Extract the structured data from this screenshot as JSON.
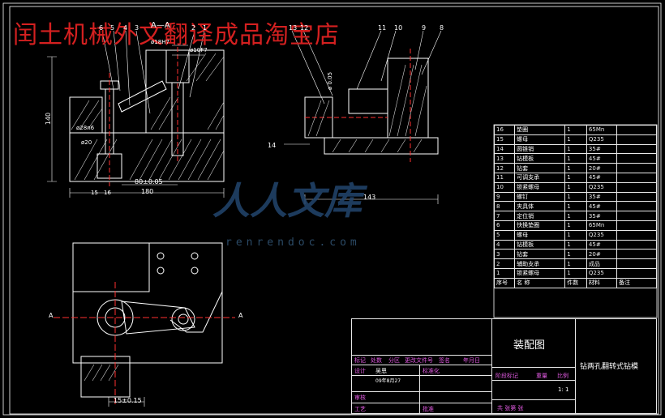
{
  "watermark": {
    "top_text": "闰土机械外文翻译成品淘宝店",
    "logo_text": "人人文库",
    "url_text": "renrendoc.com"
  },
  "section_labels": {
    "a_left": "A",
    "a_right": "A",
    "a_mark": "A—A"
  },
  "callouts": [
    "6",
    "5",
    "4",
    "3",
    "2",
    "1",
    "13",
    "12",
    "11",
    "10",
    "9",
    "8",
    "14"
  ],
  "dimensions": {
    "phi18": "ø18H7",
    "phi10": "ø10F7",
    "phi28": "ø28n6",
    "phi20": "ø20",
    "dim140": "140",
    "dim80": "80±0.05",
    "dim180": "180",
    "dim15": "15",
    "dim16": "16",
    "dim143": "143",
    "dim_v": "ø 0.05",
    "dim15b": "15±0.15"
  },
  "bom": {
    "rows": [
      {
        "no": "16",
        "name": "垫圈",
        "qty": "1",
        "mat": "65Mn",
        "note": ""
      },
      {
        "no": "15",
        "name": "螺母",
        "qty": "1",
        "mat": "Q235",
        "note": ""
      },
      {
        "no": "14",
        "name": "圆锥销",
        "qty": "1",
        "mat": "35#",
        "note": ""
      },
      {
        "no": "13",
        "name": "钻模板",
        "qty": "1",
        "mat": "45#",
        "note": ""
      },
      {
        "no": "12",
        "name": "钻套",
        "qty": "1",
        "mat": "20#",
        "note": ""
      },
      {
        "no": "11",
        "name": "可调支承",
        "qty": "1",
        "mat": "45#",
        "note": ""
      },
      {
        "no": "10",
        "name": "锁紧螺母",
        "qty": "1",
        "mat": "Q235",
        "note": ""
      },
      {
        "no": "9",
        "name": "螺钉",
        "qty": "1",
        "mat": "35#",
        "note": ""
      },
      {
        "no": "8",
        "name": "夹具体",
        "qty": "1",
        "mat": "45#",
        "note": ""
      },
      {
        "no": "7",
        "name": "定位销",
        "qty": "1",
        "mat": "35#",
        "note": ""
      },
      {
        "no": "6",
        "name": "快换垫圈",
        "qty": "1",
        "mat": "65Mn",
        "note": ""
      },
      {
        "no": "5",
        "name": "螺母",
        "qty": "1",
        "mat": "Q235",
        "note": ""
      },
      {
        "no": "4",
        "name": "钻模板",
        "qty": "1",
        "mat": "45#",
        "note": ""
      },
      {
        "no": "3",
        "name": "钻套",
        "qty": "1",
        "mat": "20#",
        "note": ""
      },
      {
        "no": "2",
        "name": "辅助支承",
        "qty": "1",
        "mat": "成品",
        "note": ""
      },
      {
        "no": "1",
        "name": "锁紧螺母",
        "qty": "1",
        "mat": "Q235",
        "note": ""
      }
    ],
    "header": {
      "no": "序号",
      "name": "名 称",
      "qty": "件数",
      "mat": "材料",
      "note": "备注"
    }
  },
  "title_block": {
    "drawing_name": "装配图",
    "product_name": "钻两孔翻转式钻模",
    "labels": [
      "标记",
      "处数",
      "分区",
      "更改文件号",
      "签名",
      "年月日"
    ],
    "design": "设计",
    "designer": "吴恩",
    "date": "09年8月27",
    "standard": "标准化",
    "review": "审核",
    "process": "工艺",
    "approve": "批准",
    "stage": "阶段标记",
    "weight": "重量",
    "scale": "比例",
    "scale_value": "1: 1",
    "sheets": "共  张第  张"
  }
}
